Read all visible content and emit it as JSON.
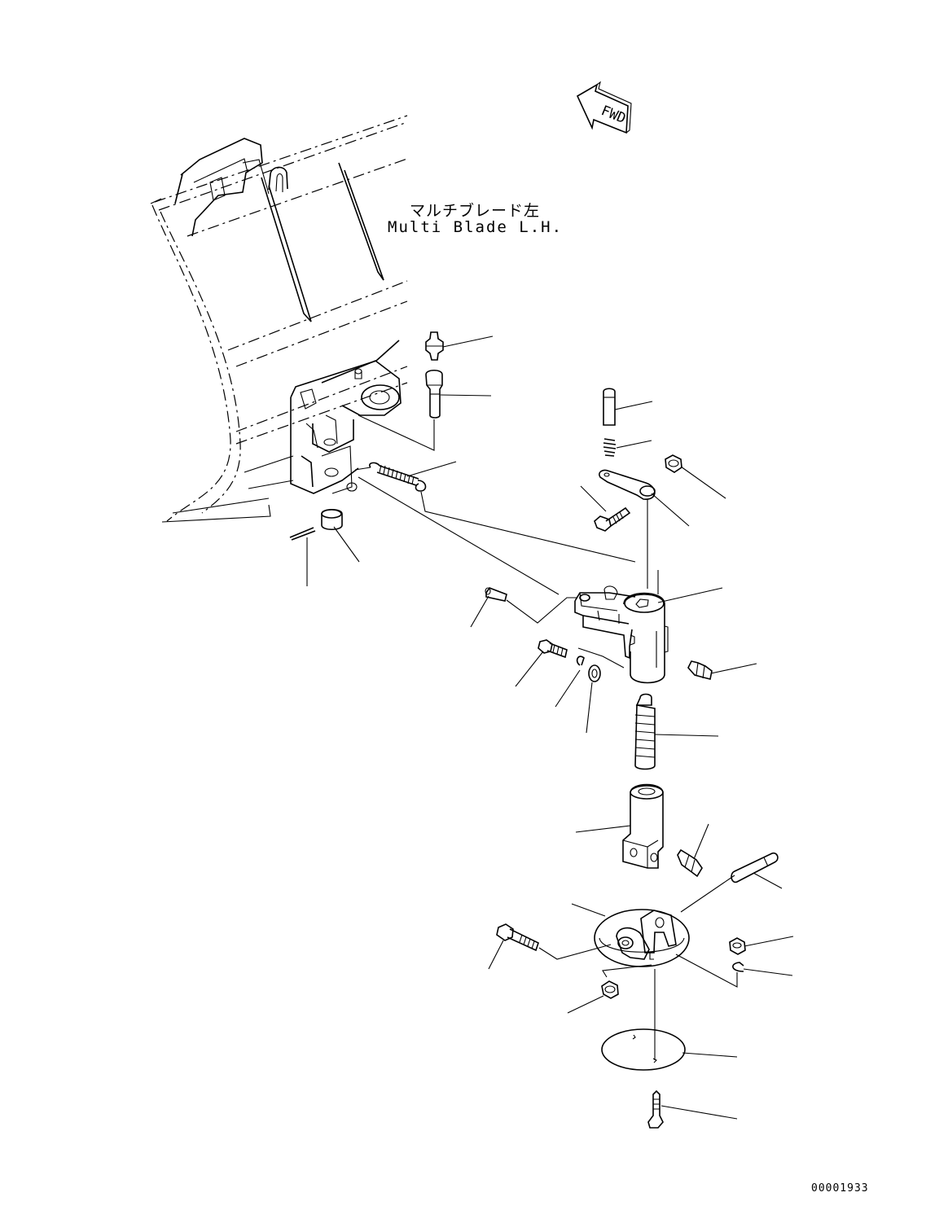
{
  "title": {
    "japanese": "マルチブレード左",
    "english": "Multi Blade L.H."
  },
  "orientation_marker": {
    "text": "FWD",
    "icon": "fwd-arrow-icon"
  },
  "drawing_number": "00001933",
  "colors": {
    "line": "#000000",
    "background": "#ffffff"
  }
}
